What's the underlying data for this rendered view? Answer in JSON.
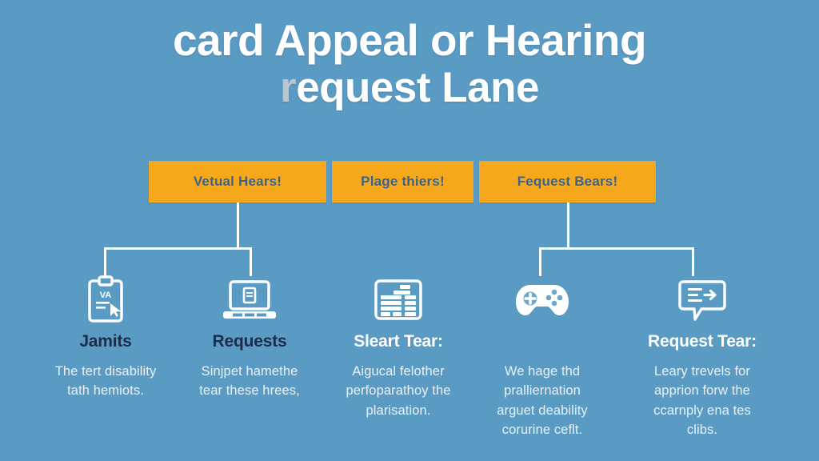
{
  "background_color": "#5a9bc4",
  "accent_color": "#f5a81b",
  "heading_dark_color": "#1c2c4a",
  "body_text_color": "#e8f1f7",
  "title": {
    "line1": "card Appeal or Hearing",
    "line2_initial": "r",
    "line2_rest": "equest Lane"
  },
  "boxes": [
    {
      "label": "Vetual Hears!"
    },
    {
      "label": "Plage thiers!"
    },
    {
      "label": "Fequest Bears!"
    }
  ],
  "columns": [
    {
      "icon": "clipboard-icon",
      "icon_text": "VA",
      "heading": "Jamits",
      "heading_style": "dark",
      "body_lines": [
        "The tert disability",
        "tath hemiots."
      ]
    },
    {
      "icon": "laptop-icon",
      "heading": "Requests",
      "heading_style": "dark",
      "body_lines": [
        "Sinjpet hamethe",
        "tear these hrees,"
      ]
    },
    {
      "icon": "form-table-icon",
      "heading": "Sleart Tear:",
      "heading_style": "light",
      "body_lines": [
        "Aigucal felother",
        "perfoparathoy the",
        "plarisation."
      ]
    },
    {
      "icon": "gamepad-icon",
      "heading": "",
      "heading_style": "empty",
      "body_lines": [
        "We hage thd",
        "pralliernation",
        "arguet deability",
        "corurine ceflt."
      ]
    },
    {
      "icon": "message-arrow-icon",
      "heading": "Request Tear:",
      "heading_style": "light",
      "body_lines": [
        "Leary trevels for",
        "apprion forw the",
        "ccarnply ena tes",
        "clibs."
      ]
    }
  ]
}
